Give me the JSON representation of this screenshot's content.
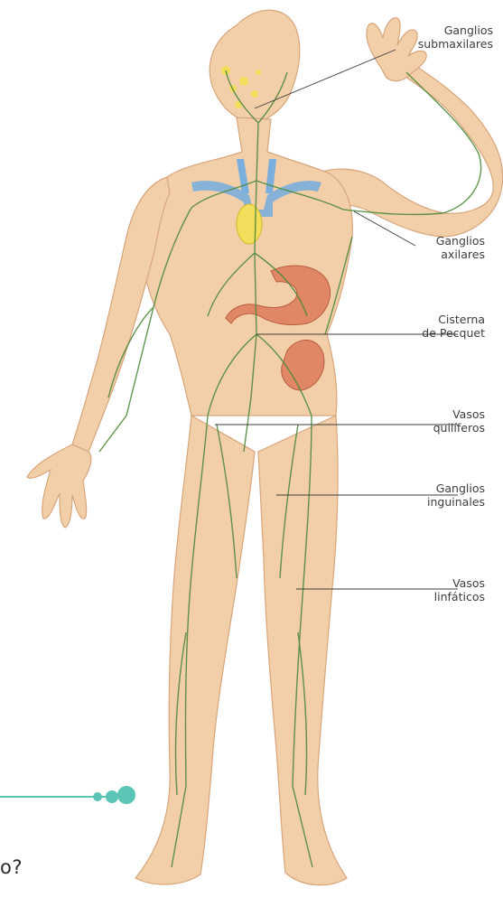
{
  "figure": {
    "labels": [
      {
        "id": "submaxilares",
        "lines": [
          "Ganglios",
          "submaxilares"
        ]
      },
      {
        "id": "axilares",
        "lines": [
          "Ganglios",
          "axilares"
        ]
      },
      {
        "id": "pecquet",
        "lines": [
          "Cisterna",
          "de Pecquet"
        ]
      },
      {
        "id": "quiliferos",
        "lines": [
          "Vasos",
          "quilíferos"
        ]
      },
      {
        "id": "inguinales",
        "lines": [
          "Ganglios",
          "inguinales"
        ]
      },
      {
        "id": "linfaticos",
        "lines": [
          "Vasos",
          "linfáticos"
        ]
      }
    ]
  },
  "footer": {
    "question_text": "o?",
    "accent_color": "#5cc4b4"
  },
  "colors": {
    "skin": "#f2cfa8",
    "skin_shadow": "#e2b48a",
    "vessel": "#4f8a3c",
    "vein": "#7aaedc",
    "organ": "#e08766",
    "gland": "#f2de5a"
  }
}
